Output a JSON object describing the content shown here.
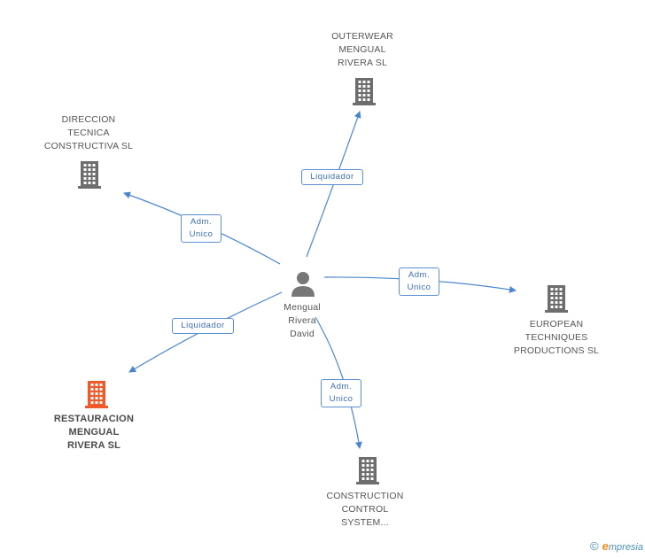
{
  "center": {
    "label": "Mengual\nRivera\nDavid",
    "icon": "person-icon"
  },
  "companies": [
    {
      "id": "outerwear",
      "label": "OUTERWEAR\nMENGUAL\nRIVERA SL",
      "icon": "building-icon",
      "color": "#6d6d6d",
      "highlight": false
    },
    {
      "id": "direccion",
      "label": "DIRECCION\nTECNICA\nCONSTRUCTIVA SL",
      "icon": "building-icon",
      "color": "#6d6d6d",
      "highlight": false
    },
    {
      "id": "european",
      "label": "EUROPEAN\nTECHNIQUES\nPRODUCTIONS SL",
      "icon": "building-icon",
      "color": "#6d6d6d",
      "highlight": false
    },
    {
      "id": "restauracion",
      "label": "RESTAURACION\nMENGUAL\nRIVERA SL",
      "icon": "building-icon",
      "color": "#f05a2a",
      "highlight": true
    },
    {
      "id": "construction",
      "label": "CONSTRUCTION\nCONTROL\nSYSTEM...",
      "icon": "building-icon",
      "color": "#6d6d6d",
      "highlight": false
    }
  ],
  "edges": [
    {
      "to": "outerwear",
      "label": "Liquidador"
    },
    {
      "to": "direccion",
      "label": "Adm.\nUnico"
    },
    {
      "to": "european",
      "label": "Adm.\nUnico"
    },
    {
      "to": "restauracion",
      "label": "Liquidador"
    },
    {
      "to": "construction",
      "label": "Adm.\nUnico"
    }
  ],
  "colors": {
    "edge": "#4a86d0",
    "person": "#777777"
  },
  "footer": {
    "copyright": "©",
    "brand_initial": "e",
    "brand_rest": "mpresia"
  }
}
